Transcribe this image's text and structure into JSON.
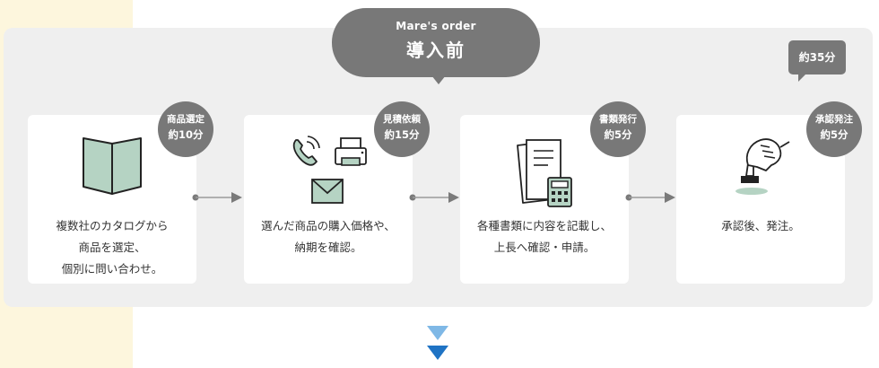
{
  "header": {
    "subtitle": "Mare's order",
    "title": "導入前"
  },
  "total_time": "約35分",
  "steps": [
    {
      "badge_title": "商品選定",
      "badge_time": "約10分",
      "lines": [
        "複数社のカタログから",
        "商品を選定、",
        "個別に問い合わせ。"
      ],
      "icon": "open-book-icon"
    },
    {
      "badge_title": "見積依頼",
      "badge_time": "約15分",
      "lines": [
        "選んだ商品の購入価格や、",
        "納期を確認。"
      ],
      "icon": "phone-fax-mail-icons"
    },
    {
      "badge_title": "書類発行",
      "badge_time": "約5分",
      "lines": [
        "各種書類に内容を記載し、",
        "上長へ確認・申請。"
      ],
      "icon": "documents-calculator-icon"
    },
    {
      "badge_title": "承認発注",
      "badge_time": "約5分",
      "lines": [
        "承認後、発注。"
      ],
      "icon": "stamp-hand-icon"
    }
  ],
  "colors": {
    "panel_bg": "#efefef",
    "badge_bg": "#787878",
    "left_strip": "#fdf6dd",
    "icon_green": "#b5d3c3",
    "arrow_light": "#7fb8e6",
    "arrow_dark": "#1f73c4"
  }
}
